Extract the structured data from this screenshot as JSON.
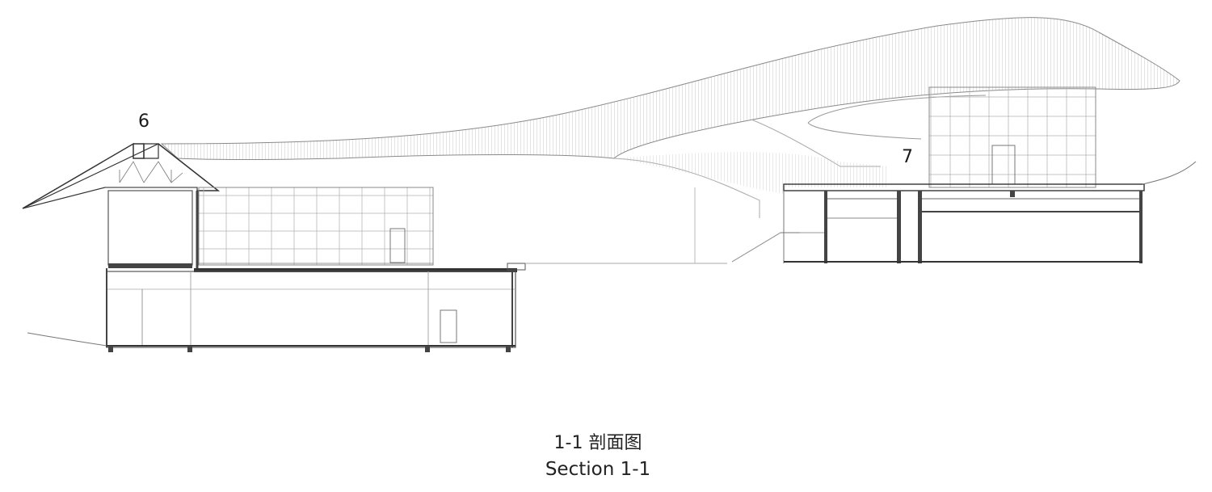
{
  "labels": {
    "building_6": "6",
    "building_7": "7"
  },
  "caption": {
    "title_cn": "1-1 剖面图",
    "title_en": "Section 1-1"
  },
  "colors": {
    "line": "#555555",
    "line_light": "#9a9a9a",
    "line_heavy": "#333333",
    "background": "#ffffff"
  }
}
